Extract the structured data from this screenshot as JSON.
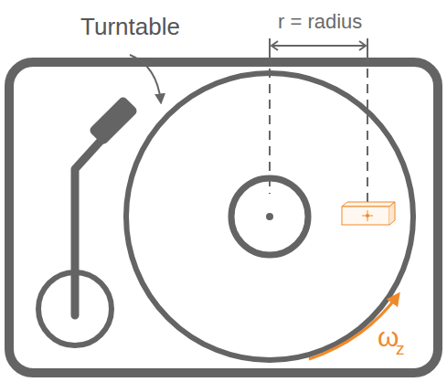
{
  "diagram": {
    "labels": [
      "Turntable",
      "r = radius",
      "ω",
      "z"
    ]
  }
}
